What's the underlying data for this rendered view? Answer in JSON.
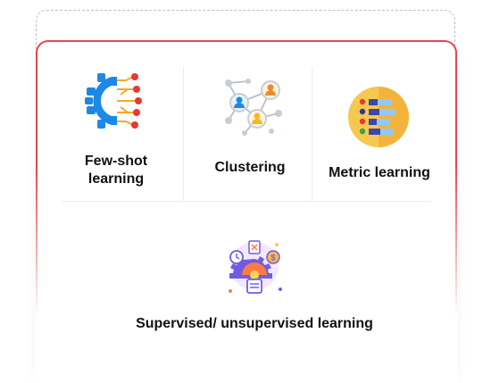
{
  "features": [
    {
      "label_line1": "Few-shot",
      "label_line2": "learning",
      "icon": "circuit-gear-icon"
    },
    {
      "label": "Clustering",
      "icon": "network-nodes-icon"
    },
    {
      "label": "Metric learning",
      "icon": "bar-stack-icon"
    },
    {
      "label": "Supervised/ unsupervised learning",
      "icon": "gear-process-icon"
    }
  ],
  "colors": {
    "card_border": "#e5484d",
    "gear_blue": "#1e88e5",
    "node_red": "#e53935",
    "circuit_yellow": "#f9a825",
    "metric_circle": "#f7c850",
    "network_gray": "#c9cdd3"
  }
}
